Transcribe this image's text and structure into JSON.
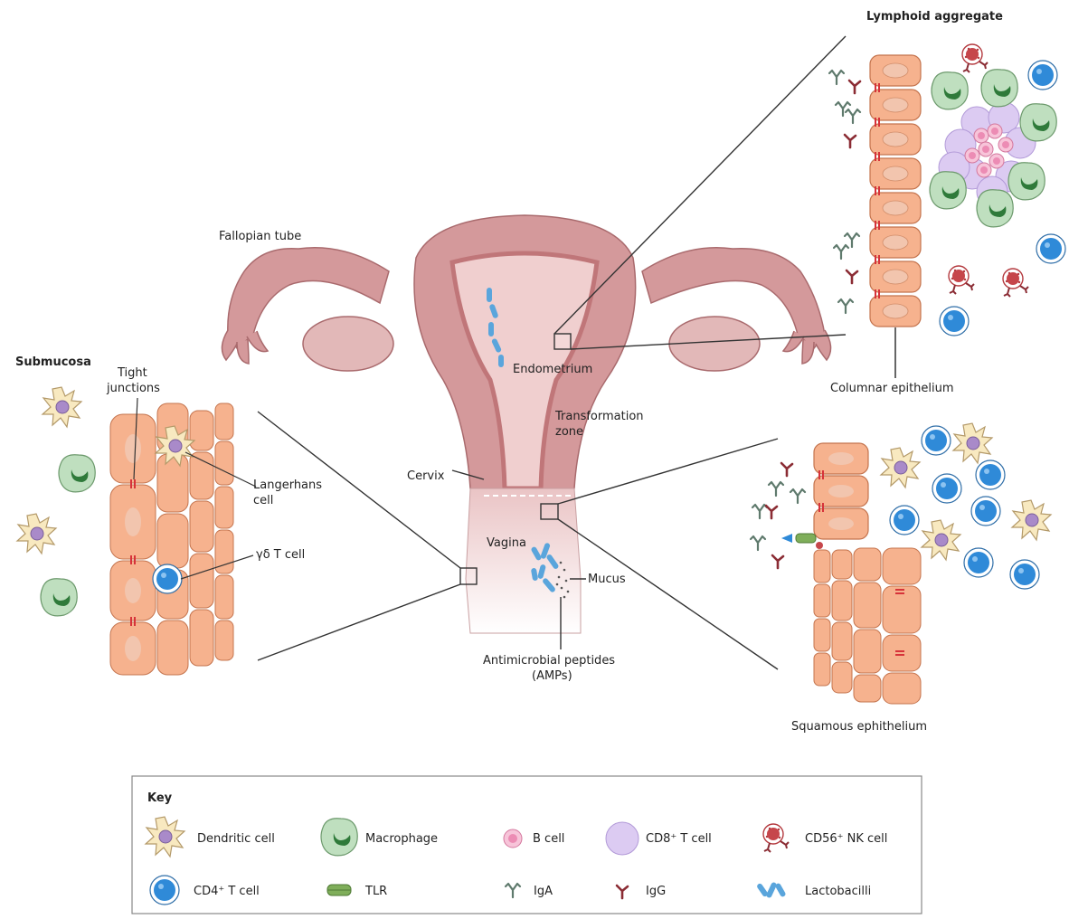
{
  "labels": {
    "lymphoid_aggregate": "Lymphoid aggregate",
    "fallopian_tube": "Fallopian tube",
    "endometrium": "Endometrium",
    "columnar_epithelium": "Columnar epithelium",
    "submucosa": "Submucosa",
    "tight_junctions_1": "Tight",
    "tight_junctions_2": "junctions",
    "transformation_zone_1": "Transformation",
    "transformation_zone_2": "zone",
    "langerhans_1": "Langerhans",
    "langerhans_2": "cell",
    "cervix": "Cervix",
    "gd_t_cell": "γδ T cell",
    "vagina": "Vagina",
    "mucus": "Mucus",
    "amps_1": "Antimicrobial peptides",
    "amps_2": "(AMPs)",
    "squamous_epithelium": "Squamous ephithelium"
  },
  "key": {
    "title": "Key",
    "items": [
      {
        "icon": "dendritic-cell-icon",
        "label": "Dendritic cell"
      },
      {
        "icon": "macrophage-icon",
        "label": "Macrophage"
      },
      {
        "icon": "b-cell-icon",
        "label": "B cell"
      },
      {
        "icon": "cd8-t-cell-icon",
        "label": "CD8⁺ T cell"
      },
      {
        "icon": "nk-cell-icon",
        "label": "CD56⁺ NK cell"
      },
      {
        "icon": "cd4-t-cell-icon",
        "label": "CD4⁺ T cell"
      },
      {
        "icon": "tlr-icon",
        "label": "TLR"
      },
      {
        "icon": "iga-icon",
        "label": "IgA"
      },
      {
        "icon": "igg-icon",
        "label": "IgG"
      },
      {
        "icon": "lactobacilli-icon",
        "label": "Lactobacilli"
      }
    ]
  },
  "colors": {
    "uterus": "#d4999b",
    "uterus_dark": "#c07679",
    "cell_fill": "#f6b28e",
    "cell_stroke": "#c4744e",
    "tight_junction": "#d6333a",
    "cd4": "#2f8ad8",
    "lacto": "#5aa5dc",
    "macrophage": "#a8d2a8",
    "cd8": "#d9c2f0",
    "b_cell": "#f0a5c5",
    "nk": "#c6464b",
    "iga": "#5f7a6d",
    "igg": "#8b2c34",
    "tlr": "#7fae5a"
  }
}
